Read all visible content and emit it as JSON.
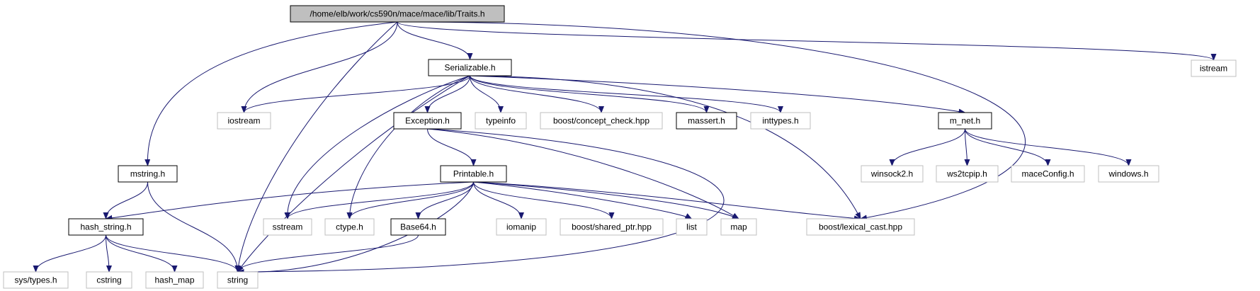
{
  "colors": {
    "edge": "#191970",
    "arrow": "#191970",
    "root_fill": "#bfbfbf",
    "local_border": "#000000",
    "external_border": "#bfbfbf",
    "background": "#ffffff"
  },
  "nodes": [
    {
      "id": "traits",
      "label": "/home/elb/work/cs590n/mace/mace/lib/Traits.h",
      "kind": "root"
    },
    {
      "id": "serializable",
      "label": "Serializable.h",
      "kind": "local"
    },
    {
      "id": "istream",
      "label": "istream",
      "kind": "external"
    },
    {
      "id": "iostream",
      "label": "iostream",
      "kind": "external"
    },
    {
      "id": "exception",
      "label": "Exception.h",
      "kind": "local"
    },
    {
      "id": "typeinfo",
      "label": "typeinfo",
      "kind": "external"
    },
    {
      "id": "concept_check",
      "label": "boost/concept_check.hpp",
      "kind": "external"
    },
    {
      "id": "massert",
      "label": "massert.h",
      "kind": "local"
    },
    {
      "id": "inttypes",
      "label": "inttypes.h",
      "kind": "external"
    },
    {
      "id": "m_net",
      "label": "m_net.h",
      "kind": "local"
    },
    {
      "id": "mstring",
      "label": "mstring.h",
      "kind": "local"
    },
    {
      "id": "printable",
      "label": "Printable.h",
      "kind": "local"
    },
    {
      "id": "winsock2",
      "label": "winsock2.h",
      "kind": "external"
    },
    {
      "id": "ws2tcpip",
      "label": "ws2tcpip.h",
      "kind": "external"
    },
    {
      "id": "maceconfig",
      "label": "maceConfig.h",
      "kind": "external"
    },
    {
      "id": "windows",
      "label": "windows.h",
      "kind": "external"
    },
    {
      "id": "hash_string",
      "label": "hash_string.h",
      "kind": "local"
    },
    {
      "id": "sstream",
      "label": "sstream",
      "kind": "external"
    },
    {
      "id": "ctype",
      "label": "ctype.h",
      "kind": "external"
    },
    {
      "id": "base64",
      "label": "Base64.h",
      "kind": "local"
    },
    {
      "id": "iomanip",
      "label": "iomanip",
      "kind": "external"
    },
    {
      "id": "shared_ptr",
      "label": "boost/shared_ptr.hpp",
      "kind": "external"
    },
    {
      "id": "list",
      "label": "list",
      "kind": "external"
    },
    {
      "id": "map",
      "label": "map",
      "kind": "external"
    },
    {
      "id": "lexical_cast",
      "label": "boost/lexical_cast.hpp",
      "kind": "external"
    },
    {
      "id": "sys_types",
      "label": "sys/types.h",
      "kind": "external"
    },
    {
      "id": "cstring",
      "label": "cstring",
      "kind": "external"
    },
    {
      "id": "hash_map",
      "label": "hash_map",
      "kind": "external"
    },
    {
      "id": "string",
      "label": "string",
      "kind": "external"
    }
  ],
  "edges": [
    {
      "from": "traits",
      "to": "istream"
    },
    {
      "from": "traits",
      "to": "iostream"
    },
    {
      "from": "traits",
      "to": "serializable"
    },
    {
      "from": "traits",
      "to": "mstring"
    },
    {
      "from": "traits",
      "to": "string"
    },
    {
      "from": "traits",
      "to": "lexical_cast"
    },
    {
      "from": "serializable",
      "to": "iostream"
    },
    {
      "from": "serializable",
      "to": "exception"
    },
    {
      "from": "serializable",
      "to": "typeinfo"
    },
    {
      "from": "serializable",
      "to": "concept_check"
    },
    {
      "from": "serializable",
      "to": "massert"
    },
    {
      "from": "serializable",
      "to": "inttypes"
    },
    {
      "from": "serializable",
      "to": "m_net"
    },
    {
      "from": "serializable",
      "to": "sstream"
    },
    {
      "from": "serializable",
      "to": "ctype"
    },
    {
      "from": "serializable",
      "to": "string"
    },
    {
      "from": "serializable",
      "to": "lexical_cast"
    },
    {
      "from": "exception",
      "to": "printable"
    },
    {
      "from": "exception",
      "to": "map"
    },
    {
      "from": "exception",
      "to": "string"
    },
    {
      "from": "m_net",
      "to": "winsock2"
    },
    {
      "from": "m_net",
      "to": "ws2tcpip"
    },
    {
      "from": "m_net",
      "to": "maceconfig"
    },
    {
      "from": "m_net",
      "to": "windows"
    },
    {
      "from": "mstring",
      "to": "hash_string"
    },
    {
      "from": "mstring",
      "to": "string"
    },
    {
      "from": "printable",
      "to": "hash_string"
    },
    {
      "from": "printable",
      "to": "sstream"
    },
    {
      "from": "printable",
      "to": "ctype"
    },
    {
      "from": "printable",
      "to": "base64"
    },
    {
      "from": "printable",
      "to": "iomanip"
    },
    {
      "from": "printable",
      "to": "shared_ptr"
    },
    {
      "from": "printable",
      "to": "list"
    },
    {
      "from": "printable",
      "to": "map"
    },
    {
      "from": "printable",
      "to": "lexical_cast"
    },
    {
      "from": "printable",
      "to": "string"
    },
    {
      "from": "hash_string",
      "to": "sys_types"
    },
    {
      "from": "hash_string",
      "to": "cstring"
    },
    {
      "from": "hash_string",
      "to": "hash_map"
    },
    {
      "from": "hash_string",
      "to": "string"
    },
    {
      "from": "base64",
      "to": "string"
    }
  ]
}
